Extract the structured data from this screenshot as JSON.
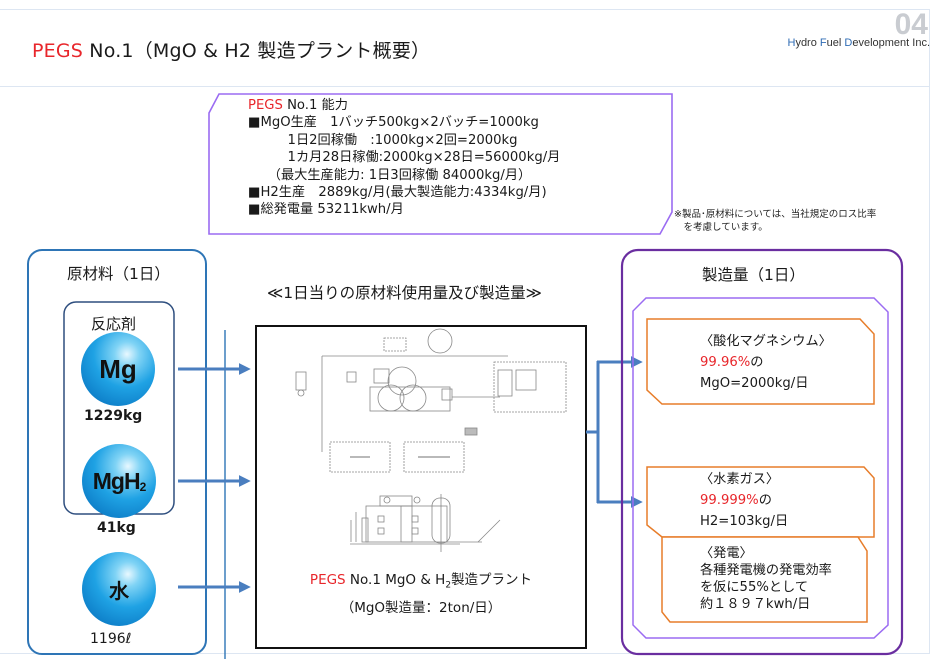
{
  "header": {
    "title_prefix": "PEGS",
    "title_rest": " No.1（MgO & H2 製造プラント概要）",
    "page_number": "04",
    "company": {
      "h": "H",
      "ydro": "ydro ",
      "f": "F",
      "uel": "uel ",
      "d": "D",
      "evelopment": "evelopment Inc."
    }
  },
  "capacity": {
    "title_prefix": "PEGS",
    "title_rest": " No.1 能力",
    "lines": [
      "■MgO生産　1バッチ500kg×2バッチ=1000kg",
      "　　　1日2回稼働　:1000kg×2回=2000kg",
      "　　　1カ月28日稼働:2000kg×28日=56000kg/月",
      "　　（最大生産能力: 1日3回稼働 84000kg/月）",
      "■H2生産　2889kg/月(最大製造能力:4334kg/月)",
      "■総発電量 53211kwh/月"
    ]
  },
  "note": "※製品･原材料については、当社規定のロス比率\n　を考慮しています。",
  "raw_materials": {
    "heading": "原材料（1日）",
    "reagent_label": "反応剤",
    "items": [
      {
        "symbol": "Mg",
        "amount": "1229kg"
      },
      {
        "symbol": "MgH",
        "subscript": "2",
        "amount": "41kg"
      },
      {
        "symbol": "水",
        "amount": "1196ℓ"
      }
    ]
  },
  "center": {
    "heading": "≪1日当りの原材料使用量及び製造量≫",
    "plant_caption_prefix": "PEGS",
    "plant_caption_a": " No.1 MgO & H",
    "plant_caption_sub": "2",
    "plant_caption_b": "製造プラント",
    "plant_capacity": "（MgO製造量：2ton/日）"
  },
  "production": {
    "heading": "製造量（1日）",
    "mgo": {
      "label": "〈酸化マグネシウム〉",
      "purity": "99.96%",
      "purity_suffix": "の",
      "value": "MgO=2000kg/日"
    },
    "h2": {
      "label": "〈水素ガス〉",
      "purity": "99.999%",
      "purity_suffix": "の",
      "value": "H2=103kg/日"
    },
    "power": {
      "label": "〈発電〉",
      "lines": "各種発電機の発電効率\nを仮に55%として\n約１８９７kwh/日"
    }
  },
  "colors": {
    "accent_red": "#e8262b",
    "raw_border": "#2e75b6",
    "reagent_border": "#2f4f7f",
    "arrow": "#4a7ebf",
    "product_outer": "#6a2ea0",
    "product_inner": "#9b6cf2",
    "product_box": "#e77d2a"
  }
}
